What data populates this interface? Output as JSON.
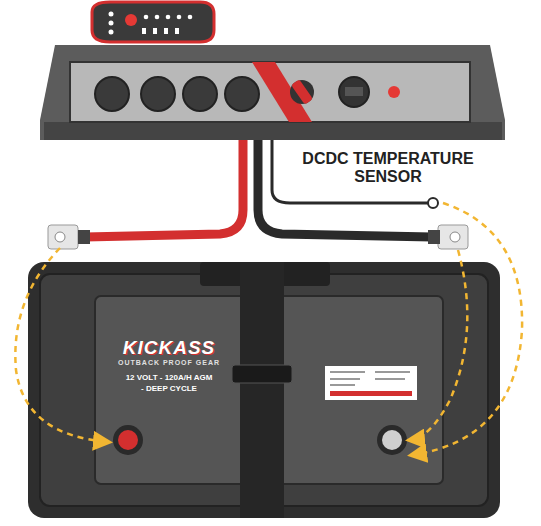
{
  "diagram": {
    "nodes": [
      {
        "text": [
          "KICKASS",
          "OUTBACK PROOF GEAR",
          "12 VOLT - 120A/H AGM - DEEP CYCLE"
        ]
      }
    ],
    "labels": [
      "DCDC TEMPERATURE SENSOR"
    ]
  }
}
